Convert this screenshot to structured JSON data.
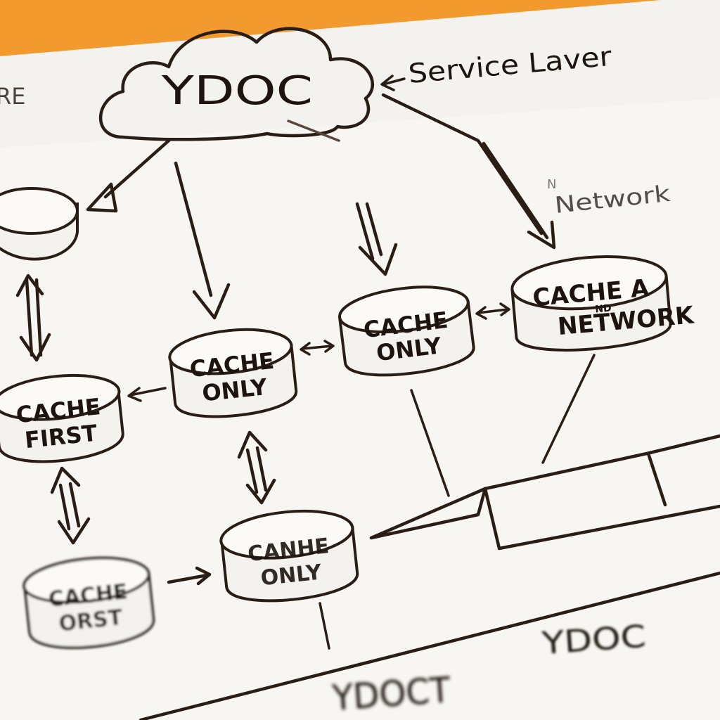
{
  "cloud": {
    "label": "YDOC"
  },
  "annotations": {
    "service_layer": "Service Laver",
    "network": "Network",
    "network_prefix": "N",
    "left_edge": "RE"
  },
  "nodes": {
    "cache_only_1": [
      "CACHE",
      "ONLY"
    ],
    "cache_only_2": [
      "CACHE",
      "ONLY"
    ],
    "cache_and_network": [
      "CACHE A",
      "NETWORK"
    ],
    "cache_and_network_mid": "ND",
    "cache_first_1": [
      "CACHE",
      "FIRST"
    ],
    "cache_only_3": [
      "CANHE",
      "ONLY"
    ],
    "cache_first_2": [
      "CACHE",
      "ORST"
    ]
  },
  "footer": {
    "ydoc_right": "YDOC",
    "ydoc_bottom": "YDOCT"
  },
  "colors": {
    "paper": "#f7f6f3",
    "background": "#f39a2e",
    "ink": "#2a1d16"
  }
}
